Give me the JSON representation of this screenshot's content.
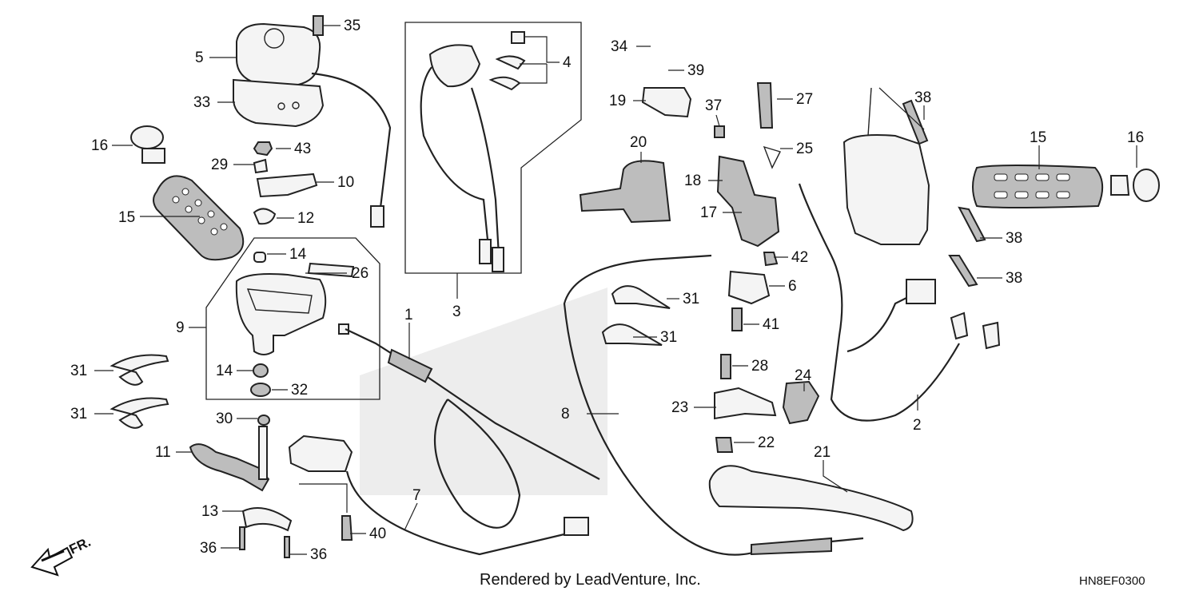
{
  "callouts": {
    "c1": "1",
    "c2": "2",
    "c3": "3",
    "c4": "4",
    "c5": "5",
    "c6": "6",
    "c7": "7",
    "c8": "8",
    "c9": "9",
    "c10": "10",
    "c11": "11",
    "c12": "12",
    "c13": "13",
    "c14a": "14",
    "c14b": "14",
    "c15a": "15",
    "c15b": "15",
    "c16a": "16",
    "c16b": "16",
    "c17": "17",
    "c18": "18",
    "c19": "19",
    "c20": "20",
    "c21": "21",
    "c22": "22",
    "c23": "23",
    "c24": "24",
    "c25": "25",
    "c26": "26",
    "c27": "27",
    "c28": "28",
    "c29": "29",
    "c30": "30",
    "c31a": "31",
    "c31b": "31",
    "c31c": "31",
    "c31d": "31",
    "c32": "32",
    "c33": "33",
    "c34": "34",
    "c35": "35",
    "c36a": "36",
    "c36b": "36",
    "c37": "37",
    "c38a": "38",
    "c38b": "38",
    "c38c": "38",
    "c39": "39",
    "c40": "40",
    "c41": "41",
    "c42": "42",
    "c43": "43"
  },
  "footer": {
    "credit": "Rendered by LeadVenture, Inc.",
    "diagram_code": "HN8EF0300"
  },
  "direction_marker": {
    "label": "FR.",
    "icon": "front-direction-arrow-icon"
  }
}
